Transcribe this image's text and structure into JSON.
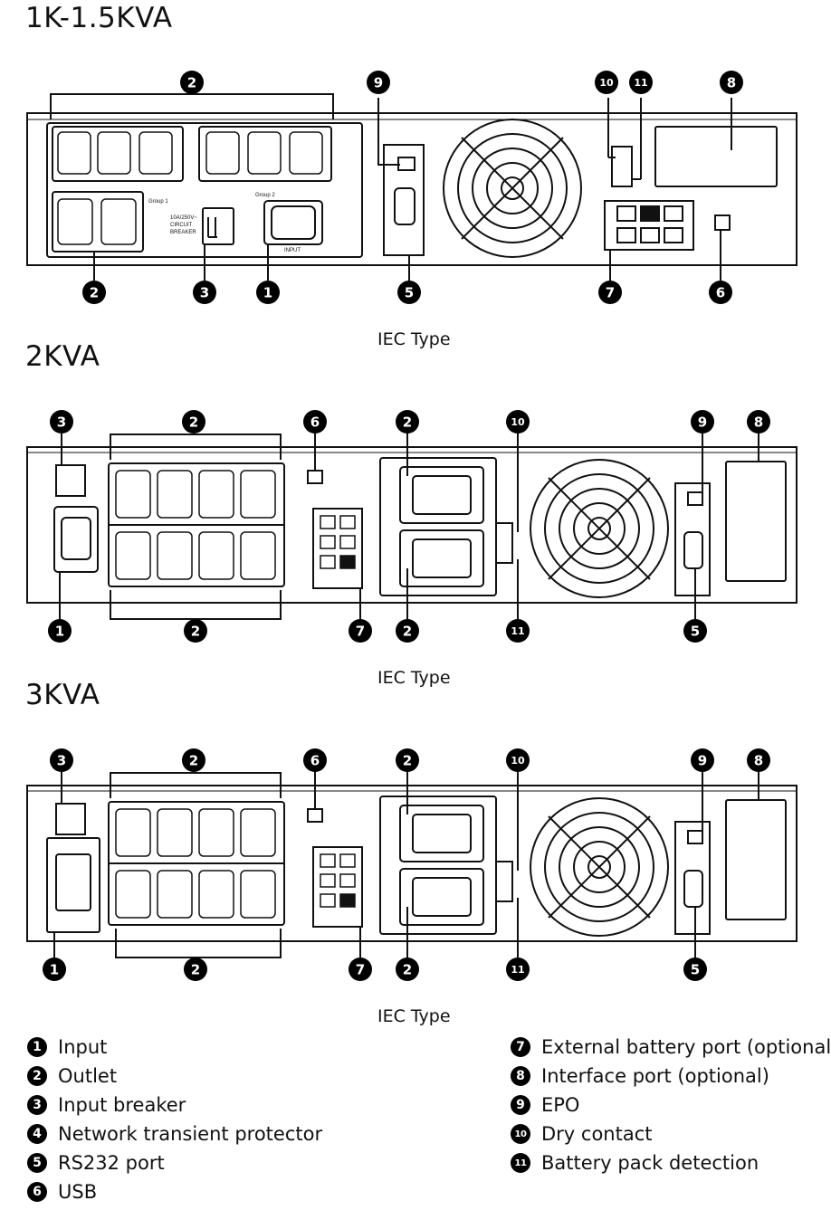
{
  "sections": [
    {
      "title": "1K-1.5KVA",
      "caption": "IEC Type",
      "labels": {
        "group1": "Group 1",
        "group2": "Group 2",
        "breaker_1": "10A/250V~",
        "breaker_2": "CIRCUIT",
        "breaker_3": "BREAKER",
        "input": "INPUT"
      }
    },
    {
      "title": "2KVA",
      "caption": "IEC Type"
    },
    {
      "title": "3KVA",
      "caption": "IEC Type"
    }
  ],
  "legend": [
    {
      "num": "1",
      "label": "Input"
    },
    {
      "num": "2",
      "label": "Outlet"
    },
    {
      "num": "3",
      "label": "Input breaker"
    },
    {
      "num": "4",
      "label": "Network transient protector"
    },
    {
      "num": "5",
      "label": "RS232 port"
    },
    {
      "num": "6",
      "label": "USB"
    },
    {
      "num": "7",
      "label": "External battery port (optional)"
    },
    {
      "num": "8",
      "label": "Interface port (optional)"
    },
    {
      "num": "9",
      "label": "EPO"
    },
    {
      "num": "10",
      "label": "Dry contact"
    },
    {
      "num": "11",
      "label": "Battery pack detection"
    }
  ],
  "colors": {
    "ink": "#111111",
    "panel": "#ffffff",
    "badge": "#000000"
  }
}
